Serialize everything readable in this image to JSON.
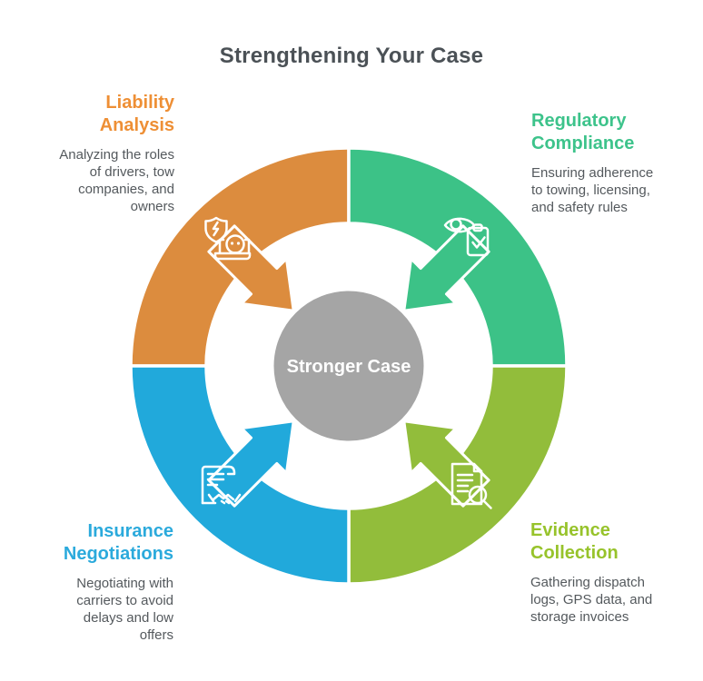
{
  "title": "Strengthening Your Case",
  "center_label": "Stronger Case",
  "colors": {
    "title_text": "#4B5156",
    "description_text": "#54595D",
    "center_circle": "#A5A5A5",
    "center_text": "#FFFFFF",
    "icon_stroke": "#FFFFFF"
  },
  "sections": {
    "liability": {
      "heading": "Liability\nAnalysis",
      "description": "Analyzing the roles\nof drivers, tow\ncompanies, and\nowners",
      "color": "#DC8C3E",
      "heading_color": "#EE8F35",
      "icon": "laptop-bulb-shield-icon",
      "position": "top-left"
    },
    "regulatory": {
      "heading": "Regulatory\nCompliance",
      "description": "Ensuring adherence\nto towing, licensing,\nand safety rules",
      "color": "#3CC287",
      "heading_color": "#3DC38B",
      "icon": "eye-clipboard-check-icon",
      "position": "top-right"
    },
    "insurance": {
      "heading": "Insurance\nNegotiations",
      "description": "Negotiating with\ncarriers to avoid\ndelays and low\noffers",
      "color": "#21A9DB",
      "heading_color": "#2BAADC",
      "icon": "contract-handshake-icon",
      "position": "bottom-left"
    },
    "evidence": {
      "heading": "Evidence\nCollection",
      "description": "Gathering dispatch\nlogs, GPS data, and\nstorage invoices",
      "color": "#92BD3B",
      "heading_color": "#97C32B",
      "icon": "document-magnifier-icon",
      "position": "bottom-right"
    }
  }
}
